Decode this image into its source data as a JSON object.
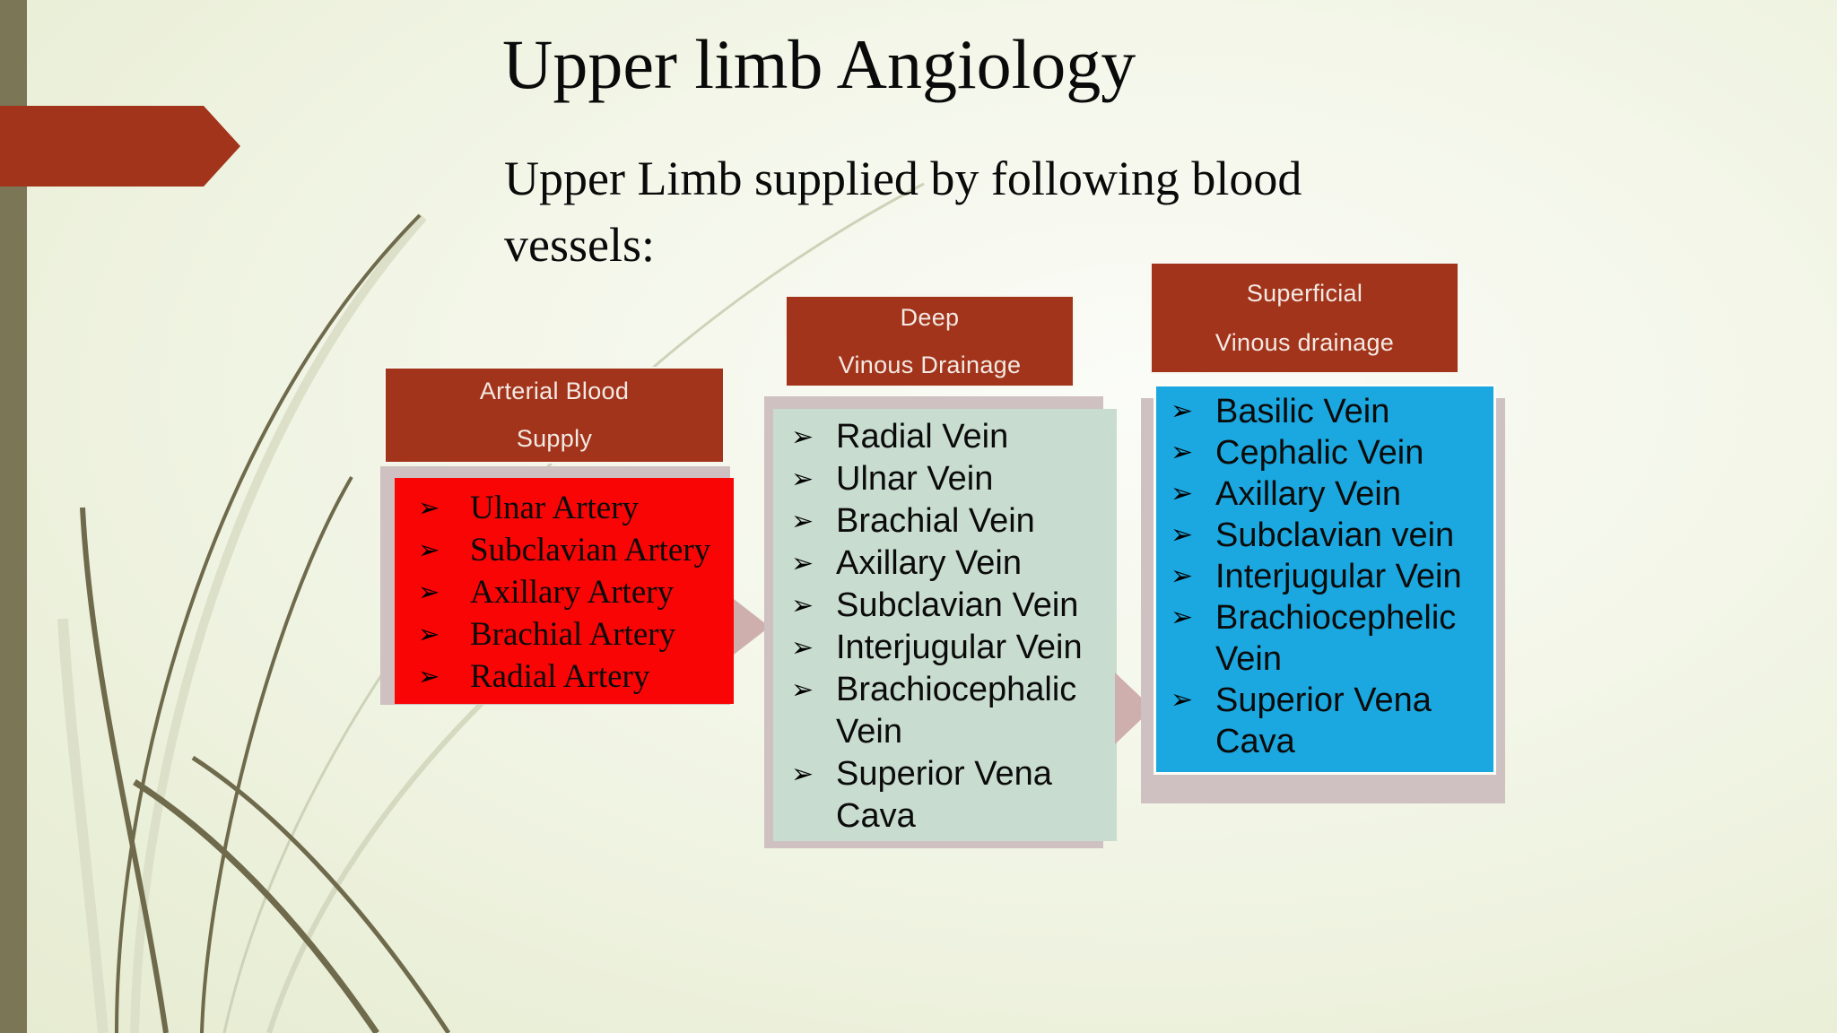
{
  "slide": {
    "title": "Upper limb Angiology",
    "subtitle": "Upper Limb supplied by following blood vessels:"
  },
  "bullet_glyph": "➢",
  "columns": [
    {
      "header_line1": "Arterial Blood",
      "header_line2": "Supply",
      "items": [
        "Ulnar Artery",
        "Subclavian Artery",
        "Axillary Artery",
        "Brachial Artery",
        "Radial Artery"
      ]
    },
    {
      "header_line1": "Deep",
      "header_line2": "Vinous Drainage",
      "items": [
        "Radial Vein",
        "Ulnar Vein",
        "Brachial Vein",
        "Axillary Vein",
        "Subclavian Vein",
        "Interjugular Vein",
        "Brachiocephalic Vein",
        "Superior Vena Cava"
      ]
    },
    {
      "header_line1": "Superficial",
      "header_line2": "Vinous drainage",
      "items": [
        "Basilic Vein",
        "Cephalic Vein",
        "Axillary Vein",
        "Subclavian vein",
        "Interjugular Vein",
        "Brachiocephelic Vein",
        "Superior Vena Cava"
      ]
    }
  ],
  "colors": {
    "accent_red": "#A3341C",
    "bright_red": "#F90505",
    "mint_green": "#C8DCCF",
    "sky_blue": "#1BA8E0",
    "shadow_mauve": "#CFC0C1",
    "arrow_mauve": "#CFAFAD",
    "olive_bar": "#7A7656",
    "background": "#EDF1DC",
    "header_text": "#F3EAE3",
    "body_text": "#0B0B0B"
  }
}
